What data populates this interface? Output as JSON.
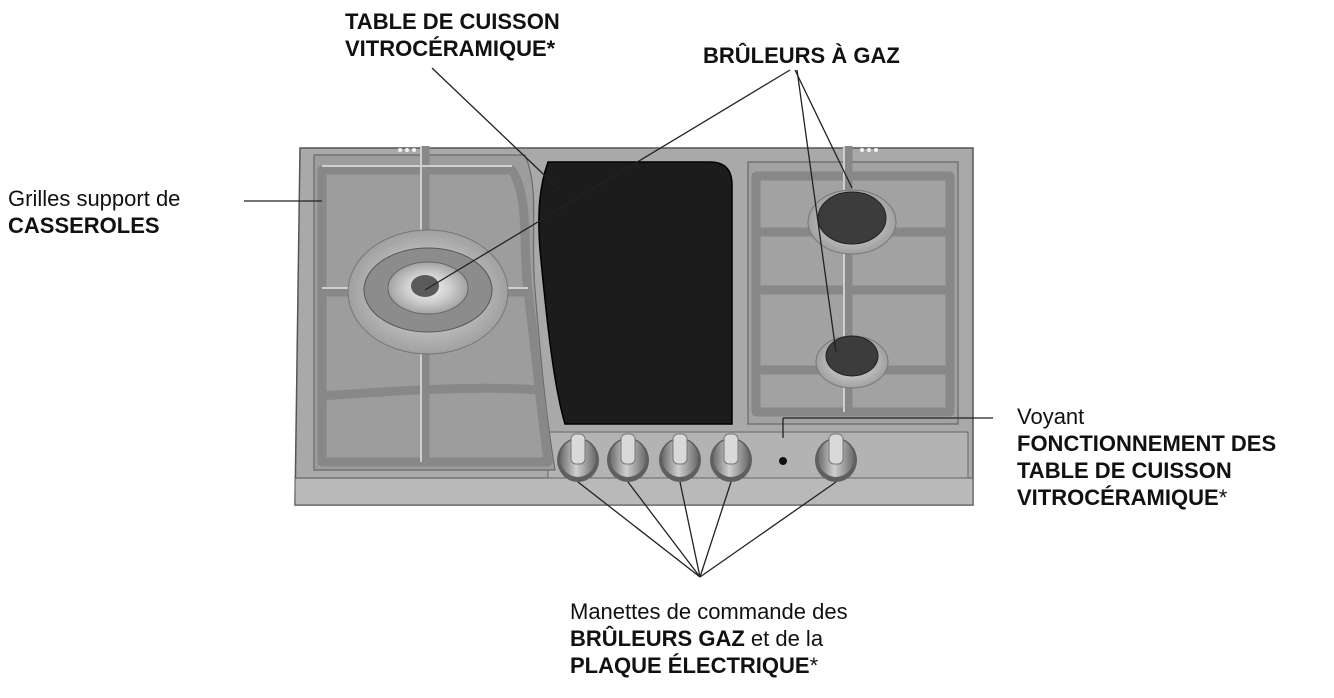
{
  "labels": {
    "vitro_top": {
      "line1": "TABLE DE CUISSON",
      "line2": "VITROCÉRAMIQUE*"
    },
    "gas_burners": {
      "text": "BRÛLEURS À GAZ"
    },
    "pan_grids": {
      "line1": "Grilles support de",
      "line2": "CASSEROLES"
    },
    "indicator": {
      "line1": "Voyant",
      "line2": "FONCTIONNEMENT DES",
      "line3": "TABLE DE CUISSON",
      "line4": "VITROCÉRAMIQUE",
      "line4_suffix": "*"
    },
    "knobs": {
      "line1": "Manettes de commande des",
      "line2_bold": "BRÛLEURS GAZ",
      "line2_rest": " et de la",
      "line3_bold": "PLAQUE ÉLECTRIQUE",
      "line3_suffix": "*"
    }
  },
  "colors": {
    "steel": "#a9a9a9",
    "steel_dark": "#7a7a7a",
    "grid": "#8a8a8a",
    "glass": "#1c1c1c",
    "burner_cap": "#3c3c3c",
    "leader": "#222222"
  }
}
